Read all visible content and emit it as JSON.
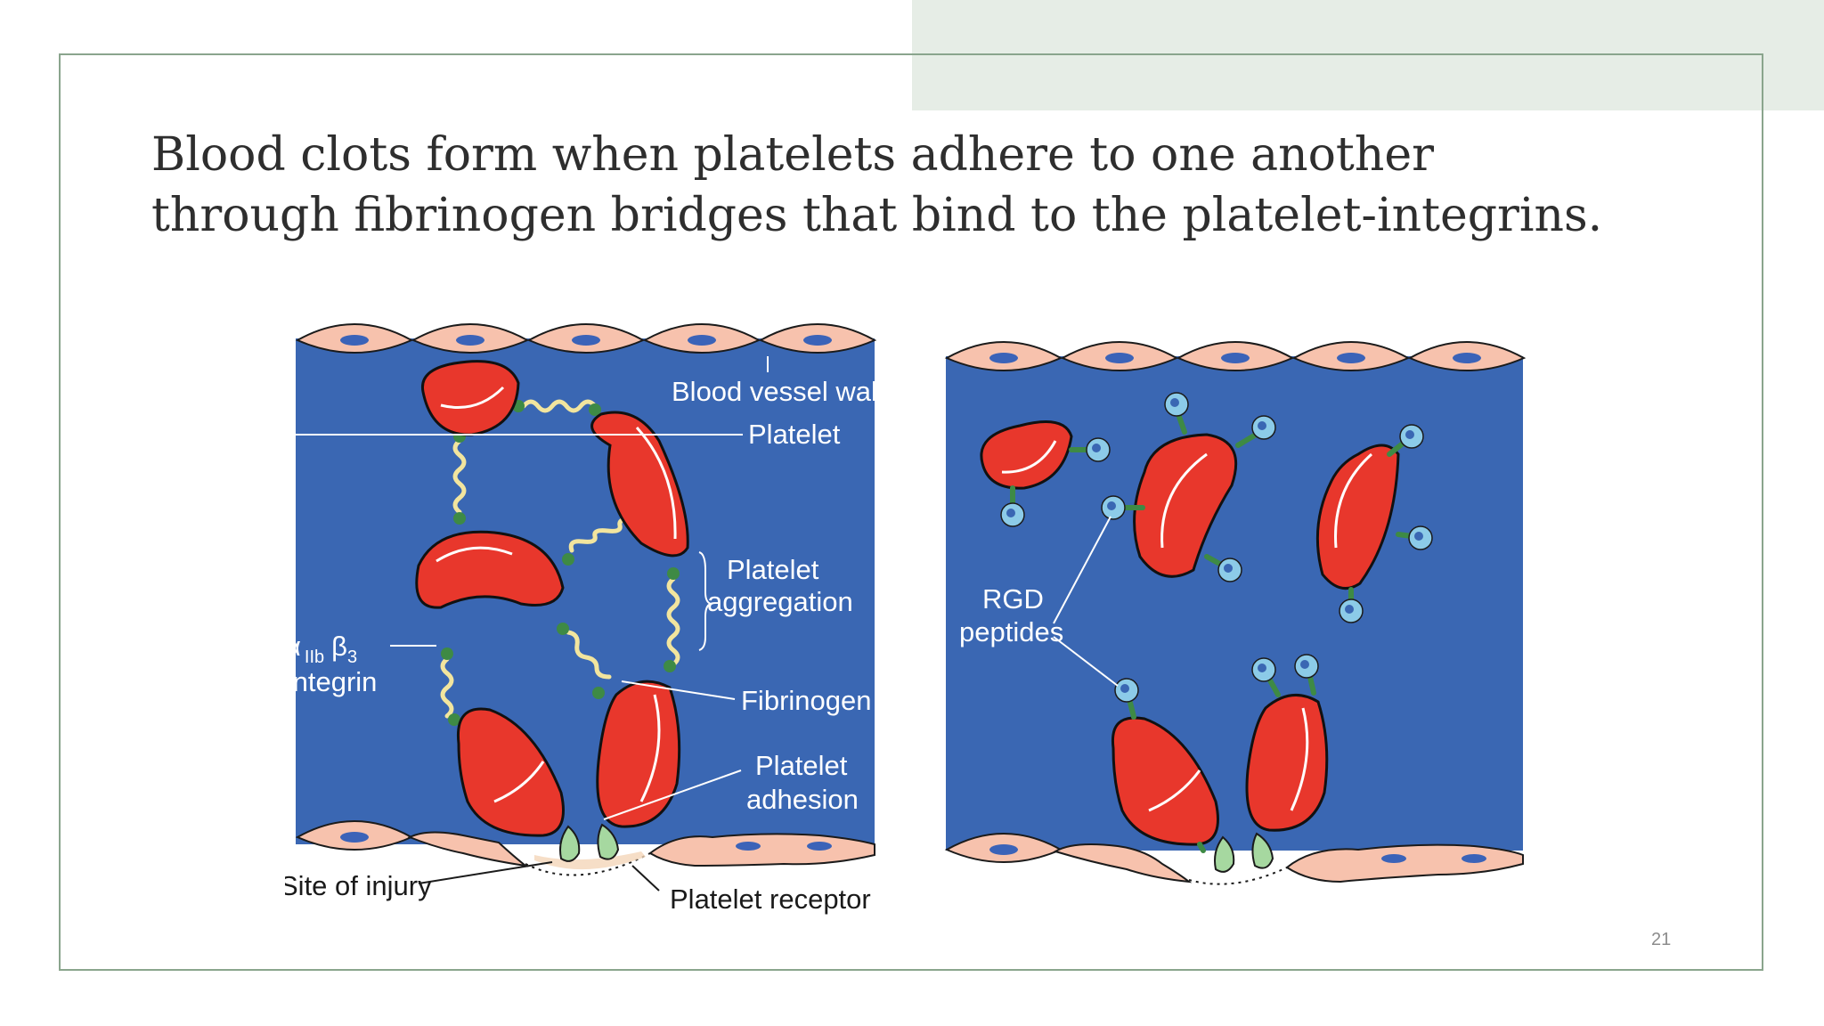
{
  "slide": {
    "title_line1": "Blood clots form when platelets adhere to one another",
    "title_line2": "through fibrinogen bridges that bind to the platelet-integrins.",
    "page_number": "21"
  },
  "left_panel": {
    "blood_vessel_wall": "Blood vessel wall",
    "platelet": "Platelet",
    "platelet_aggregation_line1": "Platelet",
    "platelet_aggregation_line2": "aggregation",
    "integrin_alpha": "α",
    "integrin_alpha_sub": "IIb",
    "integrin_beta": "β",
    "integrin_beta_sub": "3",
    "integrin_word": "Integrin",
    "fibrinogen": "Fibrinogen",
    "platelet_adhesion_line1": "Platelet",
    "platelet_adhesion_line2": "adhesion",
    "site_of_injury": "Site of injury",
    "platelet_receptor": "Platelet receptor"
  },
  "right_panel": {
    "rgd_line1": "RGD",
    "rgd_line2": "peptides"
  },
  "colors": {
    "vessel_lumen": "#3a67b3",
    "endothelium": "#f7c2ad",
    "cell_nucleus": "#3b63b8",
    "platelet_red": "#e8372c",
    "fibrinogen": "#f2e59e",
    "integrin": "#3e8a45",
    "receptor": "#a6d8a0",
    "rgd": "#8ccbe8",
    "frame": "#8aa58d",
    "accent_band": "#e6ede6"
  }
}
